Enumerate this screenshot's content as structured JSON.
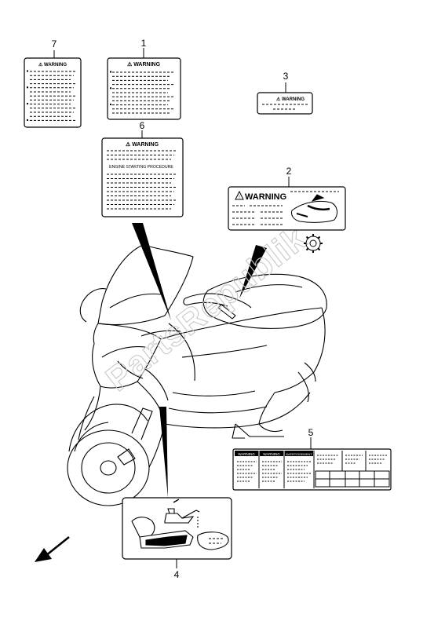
{
  "callouts": {
    "c1": "1",
    "c2": "2",
    "c3": "3",
    "c4": "4",
    "c5": "5",
    "c6": "6",
    "c7": "7"
  },
  "labels": {
    "warning": "WARNING",
    "warning_caps": "⚠ WARNING",
    "engine_starting": "ENGINE STARTING PROCEDURE",
    "l5_warning_a": "WARNING",
    "l5_warning_b": "WARNING",
    "l5_warning_c": "AVERTISSEMENT"
  },
  "watermark": {
    "text": "PartsRepublik"
  },
  "icons": {
    "direction": "arrow-down-left-icon",
    "gear": "gear-icon",
    "oil": "oil-can-icon"
  }
}
